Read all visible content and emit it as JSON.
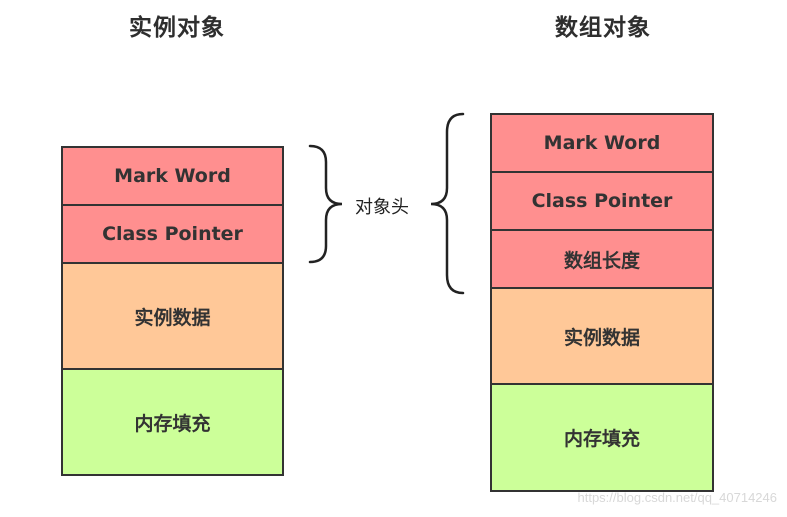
{
  "left": {
    "title": "实例对象",
    "cells": [
      {
        "label": "Mark Word",
        "color": "#ff8f8f"
      },
      {
        "label": "Class Pointer",
        "color": "#ff8f8f"
      },
      {
        "label": "实例数据",
        "color": "#ffc898"
      },
      {
        "label": "内存填充",
        "color": "#ccff99"
      }
    ]
  },
  "right": {
    "title": "数组对象",
    "cells": [
      {
        "label": "Mark Word",
        "color": "#ff8f8f"
      },
      {
        "label": "Class Pointer",
        "color": "#ff8f8f"
      },
      {
        "label": "数组长度",
        "color": "#ff8f8f"
      },
      {
        "label": "实例数据",
        "color": "#ffc898"
      },
      {
        "label": "内存填充",
        "color": "#ccff99"
      }
    ]
  },
  "brace_label": "对象头",
  "watermark": "https://blog.csdn.net/qq_40714246"
}
